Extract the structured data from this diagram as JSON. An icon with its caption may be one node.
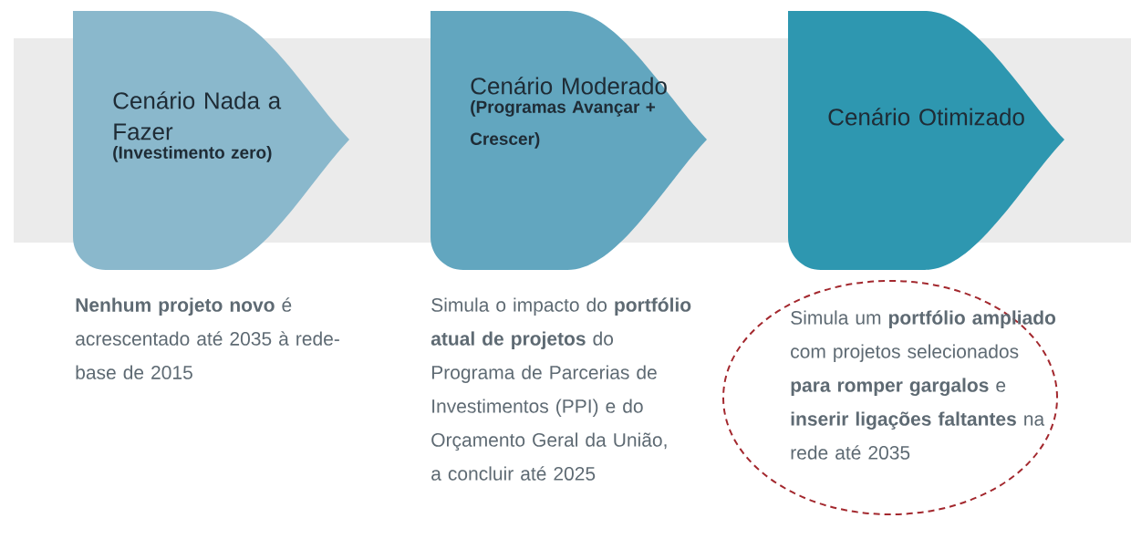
{
  "diagram": {
    "nodes": [
      {
        "text": [
          "Cenário Nada a Fazer",
          "(Investimento zero)"
        ],
        "beside": [
          "**Nenhum projeto novo** é acrescentado até 2035 à rede-base de 2015"
        ]
      },
      {
        "text": [
          "Cenário Moderado",
          "(Programas Avançar + Crescer)"
        ],
        "beside": [
          "Simula o impacto do **portfólio atual de projetos** do Programa de Parcerias de Investimentos (PPI) e do Orçamento Geral da União, a concluir até 2025"
        ]
      },
      {
        "text": [
          "Cenário Otimizado"
        ],
        "beside": [
          "Simula um **portfólio ampliado** com projetos selecionados **para romper gargalos** e **inserir ligações faltantes** na rede até 2035"
        ]
      }
    ]
  }
}
